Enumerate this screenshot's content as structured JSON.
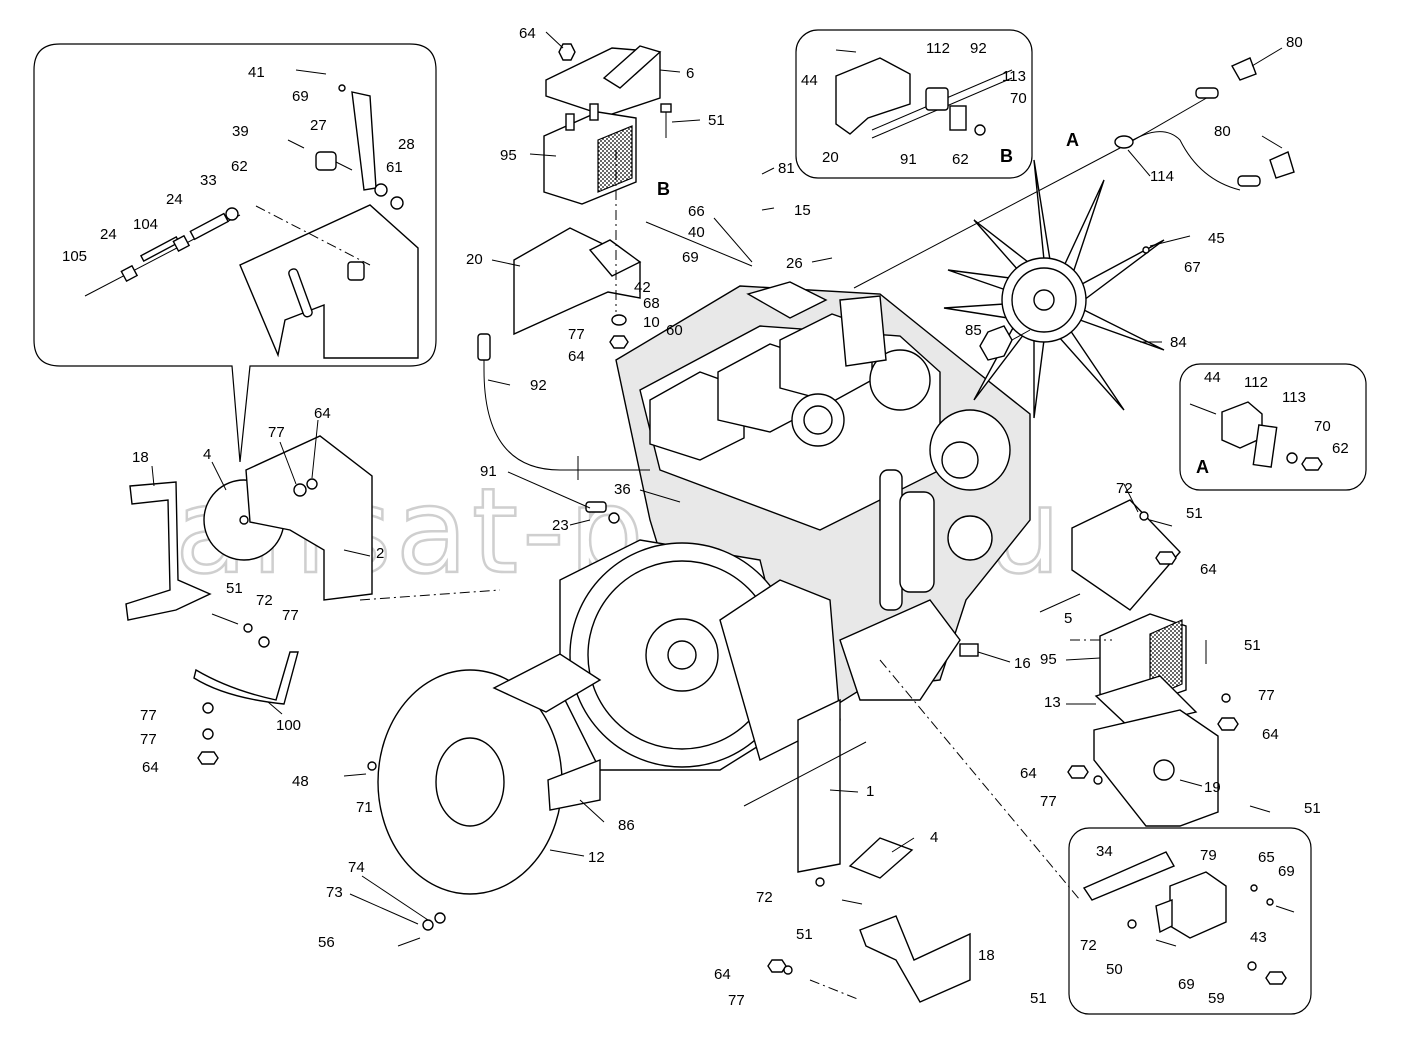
{
  "watermark": "ansat-parts.ru",
  "view_labels": {
    "a_detail": "A",
    "a_wire": "A",
    "b_detail": "B",
    "b_bracket": "B"
  },
  "callouts": {
    "c1": "1",
    "c2": "2",
    "c4a": "4",
    "c4b": "4",
    "c5": "5",
    "c6": "6",
    "c10": "10",
    "c12": "12",
    "c13": "13",
    "c15": "15",
    "c16": "16",
    "c18a": "18",
    "c18b": "18",
    "c19": "19",
    "c20a": "20",
    "c20b": "20",
    "c23": "23",
    "c24a": "24",
    "c24b": "24",
    "c26": "26",
    "c27": "27",
    "c28": "28",
    "c33": "33",
    "c34": "34",
    "c36": "36",
    "c39": "39",
    "c40": "40",
    "c41": "41",
    "c42": "42",
    "c43": "43",
    "c44a": "44",
    "c44b": "44",
    "c45": "45",
    "c48": "48",
    "c50": "50",
    "c51a": "51",
    "c51b": "51",
    "c51c": "51",
    "c51d": "51",
    "c51e": "51",
    "c51f": "51",
    "c51g": "51",
    "c56": "56",
    "c59": "59",
    "c60": "60",
    "c61": "61",
    "c62a": "62",
    "c62b": "62",
    "c62c": "62",
    "c64a": "64",
    "c64b": "64",
    "c64c": "64",
    "c64d": "64",
    "c64e": "64",
    "c64f": "64",
    "c64g": "64",
    "c65": "65",
    "c66": "66",
    "c67": "67",
    "c68": "68",
    "c69a": "69",
    "c69b": "69",
    "c69c": "69",
    "c69d": "69",
    "c70a": "70",
    "c70b": "70",
    "c71": "71",
    "c72a": "72",
    "c72b": "72",
    "c72c": "72",
    "c72d": "72",
    "c73": "73",
    "c74": "74",
    "c77a": "77",
    "c77b": "77",
    "c77c": "77",
    "c77d": "77",
    "c77e": "77",
    "c77f": "77",
    "c77g": "77",
    "c77h": "77",
    "c79": "79",
    "c80a": "80",
    "c80b": "80",
    "c81": "81",
    "c84": "84",
    "c85": "85",
    "c86": "86",
    "c91a": "91",
    "c91b": "91",
    "c92a": "92",
    "c92b": "92",
    "c95a": "95",
    "c95b": "95",
    "c100": "100",
    "c104": "104",
    "c105": "105",
    "c112a": "112",
    "c112b": "112",
    "c113a": "113",
    "c113b": "113",
    "c114": "114"
  }
}
